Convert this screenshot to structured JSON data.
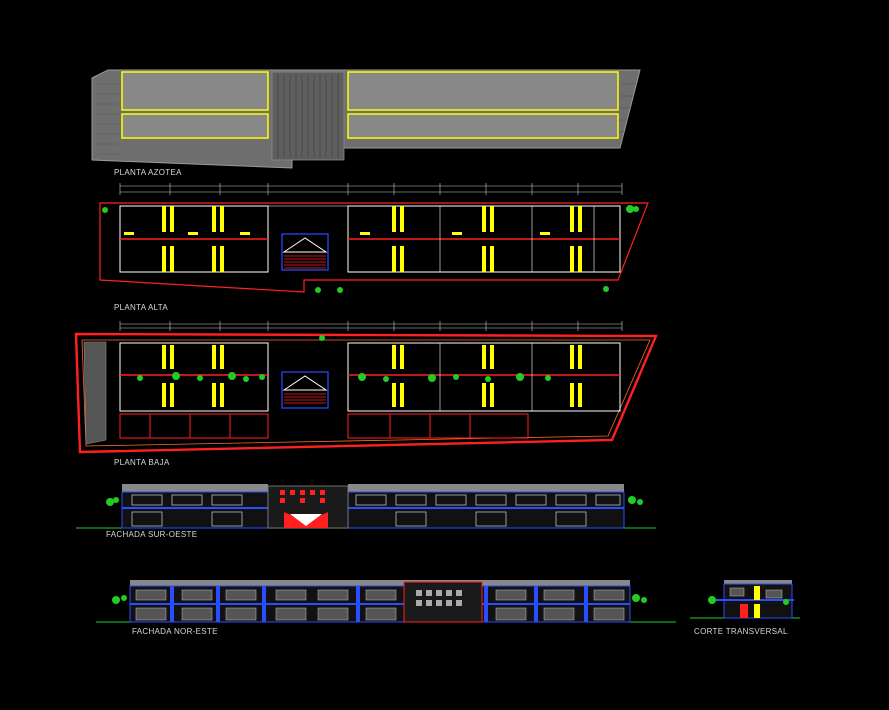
{
  "drawing": {
    "background": "#000000",
    "colors": {
      "wall": "#ffff00",
      "outline": "#ffffff",
      "red": "#ff2020",
      "green": "#22cc22",
      "blue": "#2a4dff",
      "gray": "#7a7a7a",
      "cyan": "#33ccff"
    }
  },
  "labels": {
    "planta_azotea": "PLANTA AZOTEA",
    "planta_alta": "PLANTA ALTA",
    "planta_baja": "PLANTA BAJA",
    "fachada_sur_oeste": "FACHADA SUR-OESTE",
    "fachada_nor_este": "FACHADA NOR-ESTE",
    "corte_transversal": "CORTE TRANSVERSAL"
  }
}
